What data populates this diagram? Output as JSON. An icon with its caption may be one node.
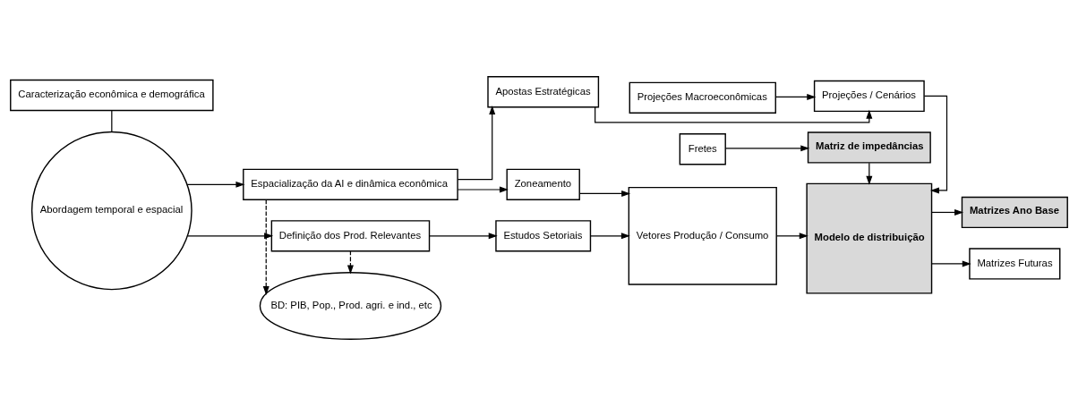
{
  "diagram": {
    "nodes": [
      {
        "text": [
          "Caracterização econômica e demográfica"
        ]
      },
      {
        "text": [
          "Abordagem temporal e espacial"
        ]
      },
      {
        "text": [
          "Espacialização da AI e dinâmica econômica"
        ]
      },
      {
        "text": [
          "BD: PIB, Pop., Prod. agri. e ind., etc"
        ]
      },
      {
        "text": [
          "Definição dos Prod. Relevantes"
        ]
      },
      {
        "text": [
          "Apostas Estratégicas"
        ]
      },
      {
        "text": [
          "Zoneamento"
        ]
      },
      {
        "text": [
          "Estudos Setoriais"
        ]
      },
      {
        "text": [
          "Projeções Macroeconômicas"
        ]
      },
      {
        "text": [
          "Projeções / Cenários"
        ]
      },
      {
        "text": [
          "Vetores Produção / Consumo"
        ]
      },
      {
        "text": [
          "Modelo de distribuição"
        ]
      },
      {
        "text": [
          "Matrizes Ano Base"
        ]
      },
      {
        "text": [
          "Matrizes Futuras"
        ]
      },
      {
        "text": [
          "Fretes"
        ]
      },
      {
        "text": [
          "Matriz de impedâncias"
        ]
      }
    ],
    "edges": [
      {
        "from": 0,
        "to": 1,
        "arrow": "none"
      },
      {
        "from": 1,
        "to": 2,
        "arrow": "to"
      },
      {
        "from": 1,
        "to": 4,
        "arrow": "to"
      },
      {
        "from": 2,
        "to": 3,
        "arrow": "to",
        "style": "dashed"
      },
      {
        "from": 4,
        "to": 3,
        "arrow": "to",
        "style": "dashed"
      },
      {
        "from": 2,
        "to": 5,
        "arrow": "to"
      },
      {
        "from": 2,
        "to": 6,
        "arrow": "to"
      },
      {
        "from": 4,
        "to": 7,
        "arrow": "to"
      },
      {
        "from": 5,
        "to": 9,
        "arrow": "to"
      },
      {
        "from": 8,
        "to": 9,
        "arrow": "to"
      },
      {
        "from": 6,
        "to": 10,
        "arrow": "to"
      },
      {
        "from": 7,
        "to": 10,
        "arrow": "to"
      },
      {
        "from": 9,
        "to": 11,
        "arrow": "to"
      },
      {
        "from": 10,
        "to": 11,
        "arrow": "to"
      },
      {
        "from": 11,
        "to": 12,
        "arrow": "to"
      },
      {
        "from": 11,
        "to": 13,
        "arrow": "to"
      },
      {
        "from": 14,
        "to": 15,
        "arrow": "to"
      },
      {
        "from": 15,
        "to": 11,
        "arrow": "to"
      }
    ]
  }
}
